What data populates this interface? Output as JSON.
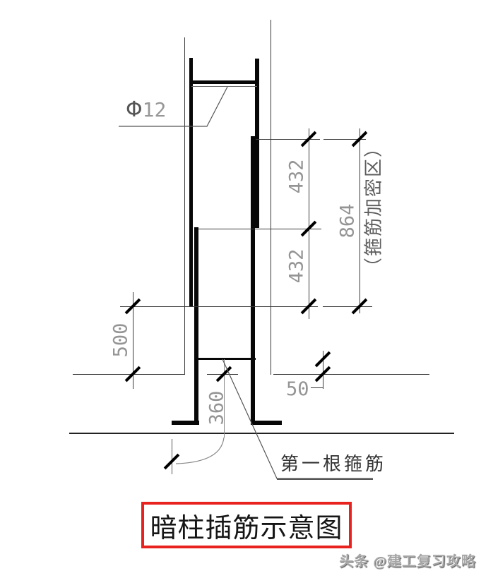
{
  "diagram": {
    "bar_callout": {
      "symbol": "Φ",
      "value": "12"
    },
    "dimensions": {
      "upper_segment": "432",
      "lower_segment": "432",
      "total_zone": "864",
      "left_projection": "500",
      "embed_depth": "360",
      "first_stirrup_offset": "50"
    },
    "zone_label": "（箍筋加密区）",
    "first_stirrup_label": "第一根箍筋",
    "title": "暗柱插筋示意图"
  },
  "watermark": {
    "text": "头条 @建工复习攻略"
  },
  "colors": {
    "accent_red": "#e8221f",
    "dimension_text": "#949494",
    "line": "#3a3a3a",
    "rebar": "#070707"
  }
}
